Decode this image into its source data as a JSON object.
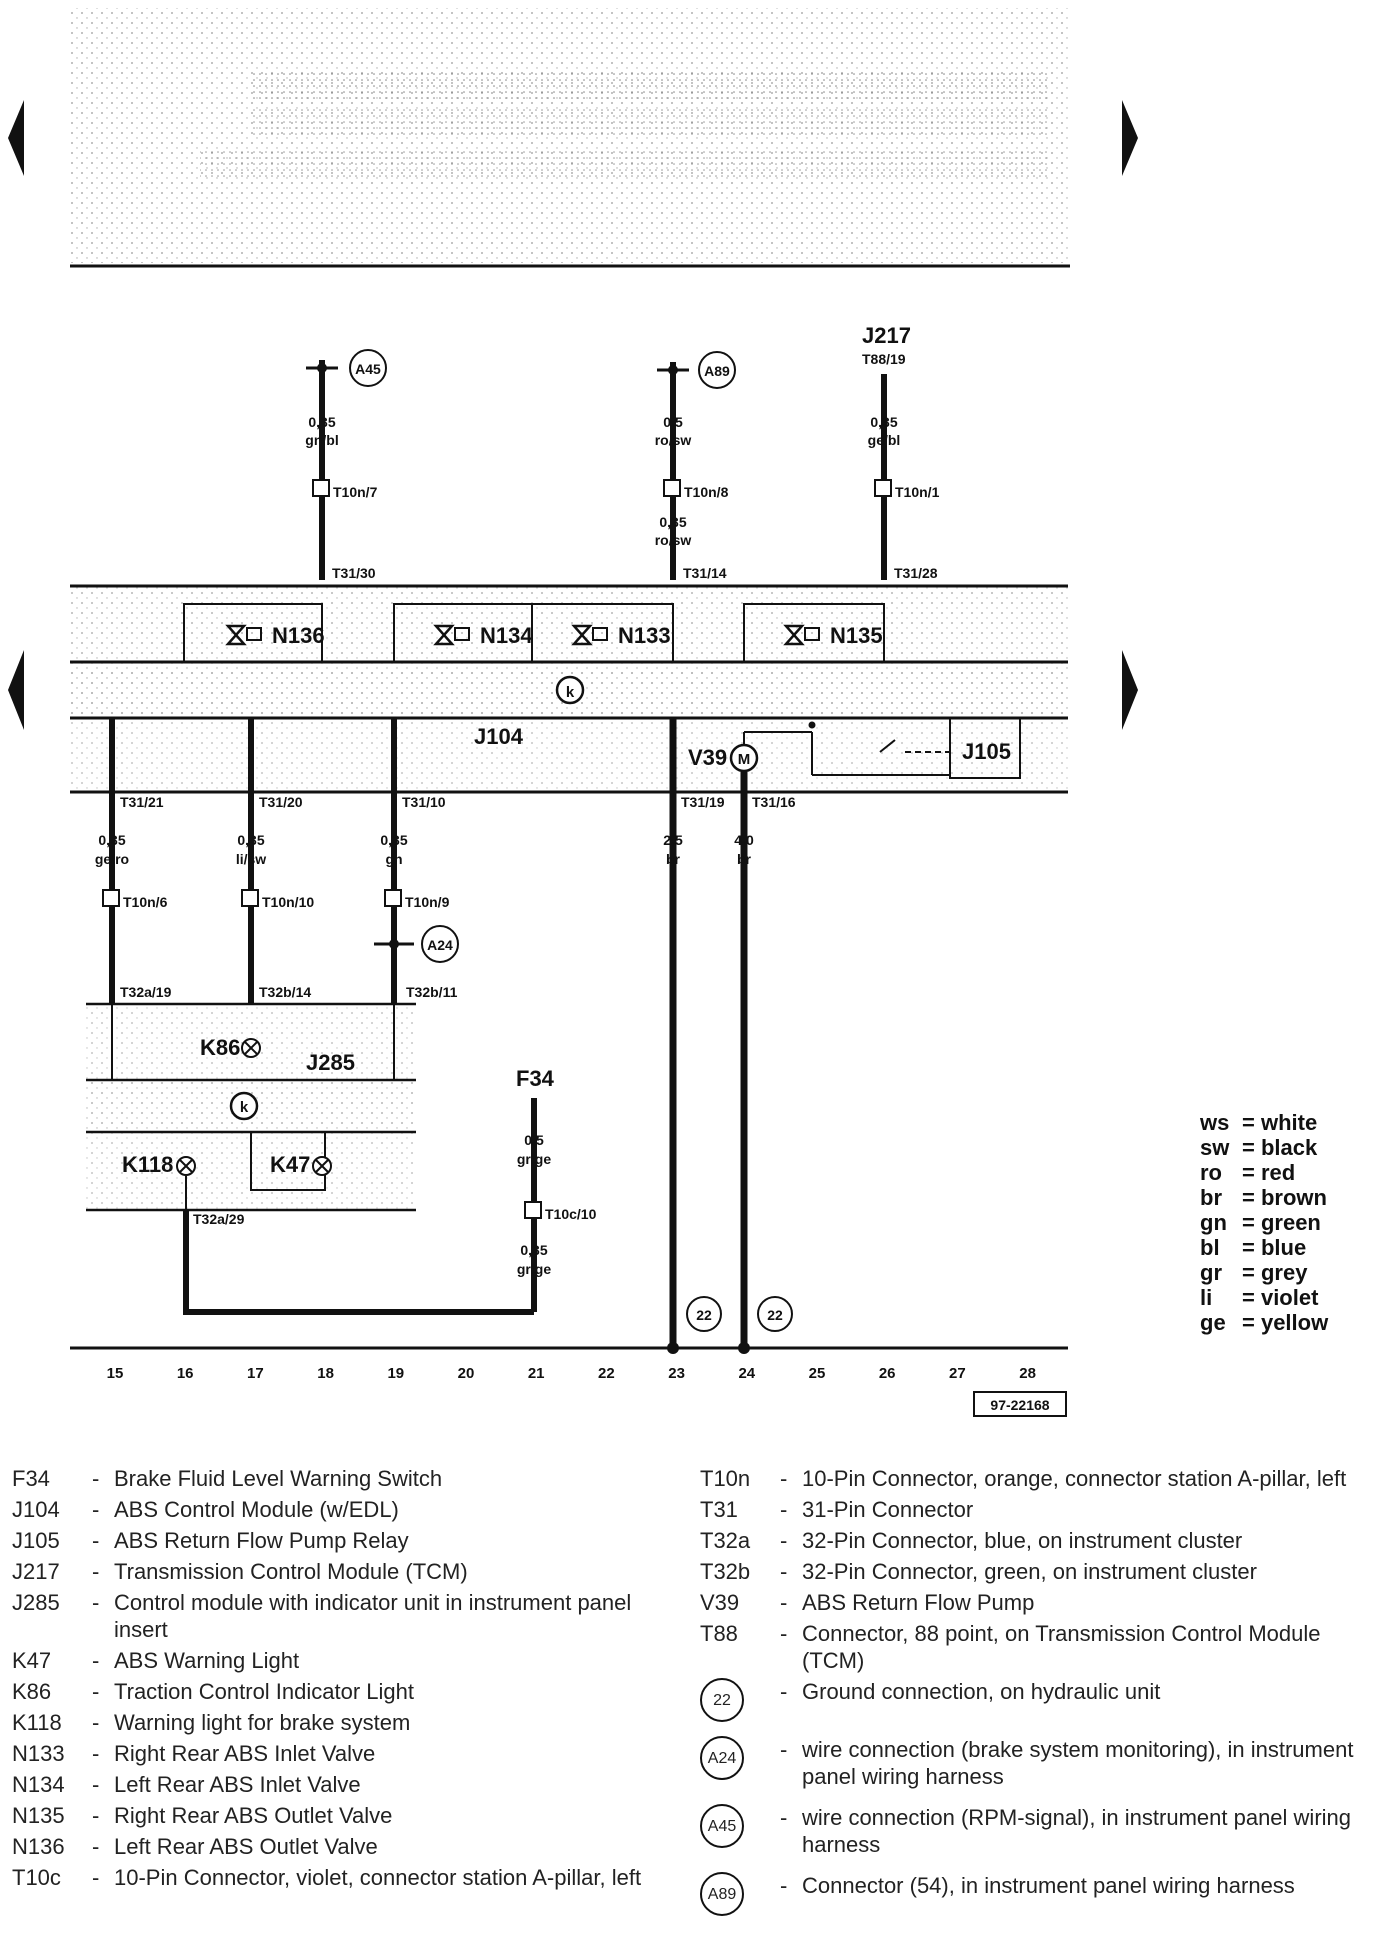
{
  "header": {
    "prev_icon": "arrow-left-icon",
    "next_icon": "arrow-right-icon"
  },
  "connectors_top": [
    {
      "id": "a45",
      "circle": "A45",
      "size": "0,35",
      "color": "gn/bl",
      "conn": "T10n/7",
      "pin": "T31/30"
    },
    {
      "id": "a89",
      "circle": "A89",
      "size": "0,5",
      "color": "ro/sw",
      "conn": "T10n/8",
      "size2": "0,35",
      "color2": "ro/sw",
      "pin": "T31/14"
    },
    {
      "id": "j217",
      "label": "J217",
      "sublabel": "T88/19",
      "size": "0,35",
      "color": "ge/bl",
      "conn": "T10n/1",
      "pin": "T31/28"
    }
  ],
  "valves": [
    "N136",
    "N134",
    "N133",
    "N135"
  ],
  "module": {
    "symbol": "k",
    "label": "J104",
    "pump": "V39",
    "motor": "M",
    "relay": "J105"
  },
  "bottom_pins": [
    {
      "pin": "T31/21",
      "size": "0,35",
      "color": "ge/ro",
      "conn": "T10n/6",
      "pin2": "T32a/19"
    },
    {
      "pin": "T31/20",
      "size": "0,35",
      "color": "li/sw",
      "conn": "T10n/10",
      "pin2": "T32b/14"
    },
    {
      "pin": "T31/10",
      "size": "0,35",
      "color": "gn",
      "conn": "T10n/9",
      "circle": "A24",
      "pin2": "T32b/11"
    },
    {
      "pin": "T31/19",
      "size": "2,5",
      "color": "br",
      "ground": "22"
    },
    {
      "pin": "T31/16",
      "size": "4,0",
      "color": "br",
      "ground": "22"
    }
  ],
  "cluster": {
    "k86": "K86",
    "j285": "J285",
    "symbol": "k",
    "k118": "K118",
    "k47": "K47",
    "pin": "T32a/29"
  },
  "f34": {
    "label": "F34",
    "size": "0,5",
    "color": "gr/ge",
    "conn": "T10c/10",
    "size2": "0,35",
    "color2": "gr/ge"
  },
  "scale": [
    "15",
    "16",
    "17",
    "18",
    "19",
    "20",
    "21",
    "22",
    "23",
    "24",
    "25",
    "26",
    "27",
    "28"
  ],
  "figure_id": "97-22168",
  "wire_colors": [
    {
      "ab": "ws",
      "name": "= white"
    },
    {
      "ab": "sw",
      "name": "= black"
    },
    {
      "ab": "ro",
      "name": "= red"
    },
    {
      "ab": "br",
      "name": "= brown"
    },
    {
      "ab": "gn",
      "name": "= green"
    },
    {
      "ab": "bl",
      "name": "= blue"
    },
    {
      "ab": "gr",
      "name": "= grey"
    },
    {
      "ab": "li",
      "name": "= violet"
    },
    {
      "ab": "ge",
      "name": "= yellow"
    }
  ],
  "legend_left": [
    {
      "code": "F34",
      "desc": "Brake Fluid Level Warning Switch"
    },
    {
      "code": "J104",
      "desc": "ABS Control Module (w/EDL)"
    },
    {
      "code": "J105",
      "desc": "ABS Return Flow Pump Relay"
    },
    {
      "code": "J217",
      "desc": "Transmission Control Module (TCM)"
    },
    {
      "code": "J285",
      "desc": "Control module with indicator unit in instrument panel insert"
    },
    {
      "code": "K47",
      "desc": "ABS Warning Light"
    },
    {
      "code": "K86",
      "desc": "Traction Control Indicator Light"
    },
    {
      "code": "K118",
      "desc": "Warning light for brake system"
    },
    {
      "code": "N133",
      "desc": "Right Rear ABS Inlet Valve"
    },
    {
      "code": "N134",
      "desc": "Left Rear ABS Inlet Valve"
    },
    {
      "code": "N135",
      "desc": "Right Rear ABS Outlet Valve"
    },
    {
      "code": "N136",
      "desc": "Left Rear ABS Outlet Valve"
    },
    {
      "code": "T10c",
      "desc": "10-Pin Connector, violet, connector station A-pillar, left"
    }
  ],
  "legend_right": [
    {
      "code": "T10n",
      "desc": "10-Pin Connector, orange, connector station A-pillar, left"
    },
    {
      "code": "T31",
      "desc": "31-Pin Connector"
    },
    {
      "code": "T32a",
      "desc": "32-Pin Connector, blue, on instrument cluster"
    },
    {
      "code": "T32b",
      "desc": "32-Pin Connector, green, on instrument cluster"
    },
    {
      "code": "V39",
      "desc": "ABS Return Flow Pump"
    },
    {
      "code": "T88",
      "desc": "Connector, 88 point, on Transmission Control Module (TCM)"
    }
  ],
  "legend_symbols": [
    {
      "sym": "22",
      "desc": "Ground connection, on hydraulic unit"
    },
    {
      "sym": "A24",
      "desc": "wire connection (brake system monitoring), in instrument panel wiring harness"
    },
    {
      "sym": "A45",
      "desc": "wire connection (RPM-signal), in instrument panel wiring harness"
    },
    {
      "sym": "A89",
      "desc": "Connector (54), in instrument panel wiring harness"
    }
  ]
}
